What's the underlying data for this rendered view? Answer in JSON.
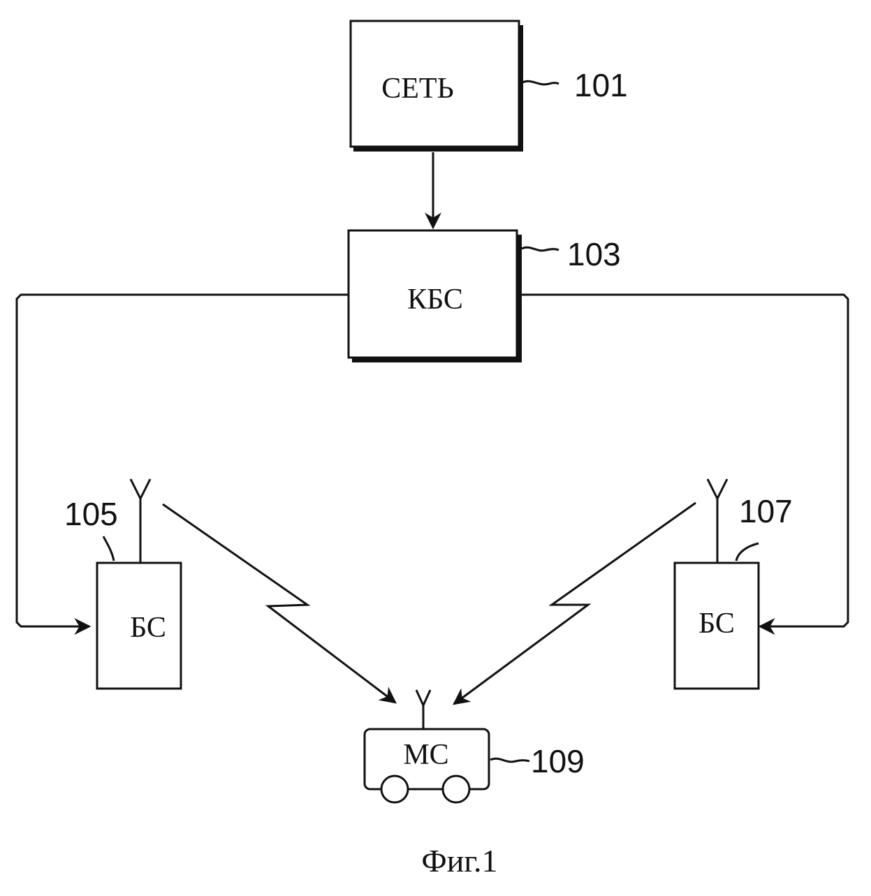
{
  "diagram": {
    "nodes": {
      "network": {
        "label": "СЕТЬ",
        "ref": "101"
      },
      "bsc": {
        "label": "КБС",
        "ref": "103"
      },
      "bs_left": {
        "label": "БС",
        "ref": "105"
      },
      "bs_right": {
        "label": "БС",
        "ref": "107"
      },
      "ms": {
        "label": "МС",
        "ref": "109"
      }
    },
    "edges": [
      {
        "from": "network",
        "to": "bsc",
        "kind": "wired"
      },
      {
        "from": "bsc",
        "to": "bs_left",
        "kind": "wired"
      },
      {
        "from": "bsc",
        "to": "bs_right",
        "kind": "wired"
      },
      {
        "from": "bs_left",
        "to": "ms",
        "kind": "wireless"
      },
      {
        "from": "bs_right",
        "to": "ms",
        "kind": "wireless"
      }
    ],
    "caption": "Фиг.1",
    "line_color": "#111111",
    "background_color": "#ffffff"
  }
}
